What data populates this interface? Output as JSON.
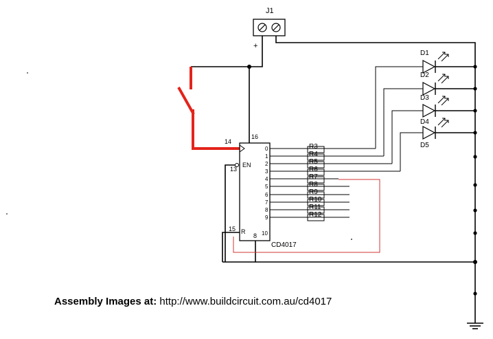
{
  "connector": {
    "name": "J1",
    "plus": "+"
  },
  "ic": {
    "part": "CD4017",
    "pin_clock": "14",
    "pin_vdd": "16",
    "pin_en": "13",
    "label_en": "EN",
    "pin_reset": "15",
    "label_reset": "R",
    "pin_gnd": "8",
    "pin_carry": "10",
    "outputs": [
      "0",
      "1",
      "2",
      "3",
      "4",
      "5",
      "6",
      "7",
      "8",
      "9"
    ]
  },
  "resistors": [
    "R3",
    "R4",
    "R5",
    "R6",
    "R7",
    "R8",
    "R9",
    "R10",
    "R11",
    "R12"
  ],
  "leds": [
    "D1",
    "D2",
    "D3",
    "D4",
    "D5"
  ],
  "caption": {
    "label": "Assembly Images at:",
    "url": "http://www.buildcircuit.com.au/cd4017"
  },
  "colors": {
    "wire": "#000000",
    "switch": "#e3241b",
    "reset_loop": "#d33434"
  }
}
